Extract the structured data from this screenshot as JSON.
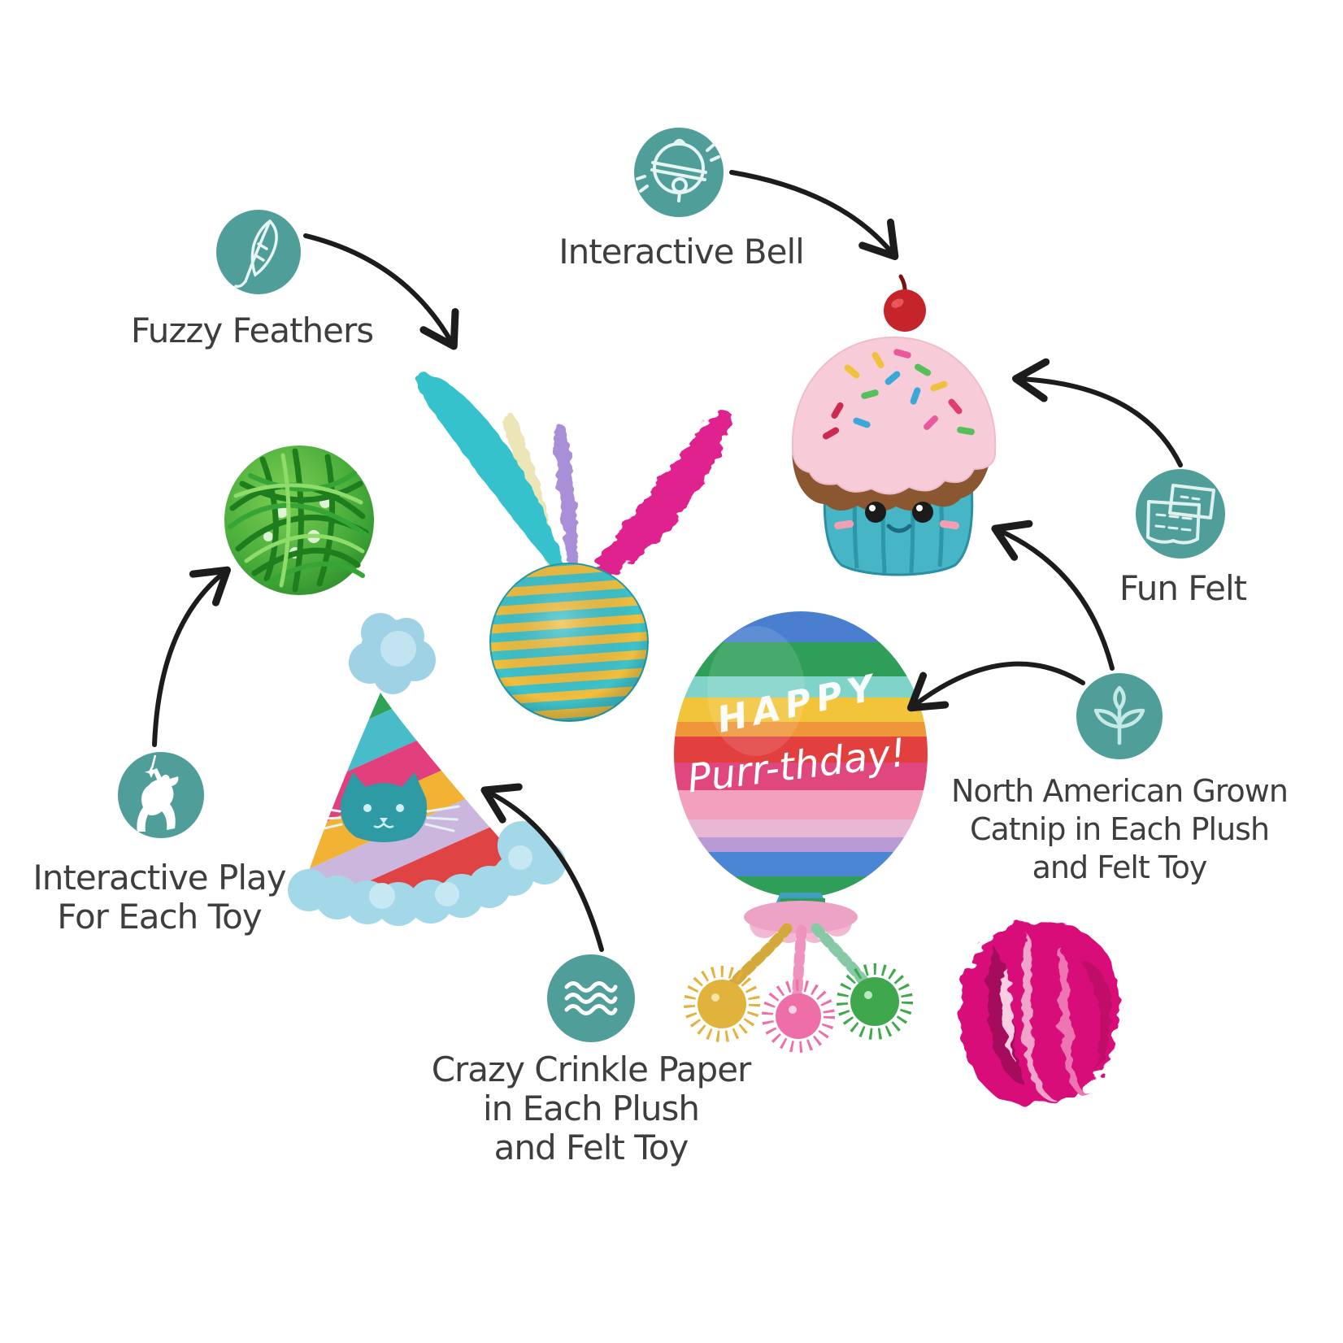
{
  "title": "Birthday cat toy set feature infographic",
  "colors": {
    "background": "#ffffff",
    "badge": "#4f9e99",
    "badge_icon": "#e6f4f2",
    "arrow": "#1c1c1c",
    "label_text": "#3e3e3e"
  },
  "callouts": {
    "fuzzy_feathers": {
      "label": "Fuzzy Feathers",
      "icon": "feather-icon"
    },
    "interactive_bell": {
      "label": "Interactive Bell",
      "icon": "bell-icon"
    },
    "fun_felt": {
      "label": "Fun Felt",
      "icon": "felt-sheets-icon"
    },
    "catnip": {
      "lines": [
        "North American Grown",
        "Catnip in Each Plush",
        "and Felt Toy"
      ],
      "icon": "catnip-plant-icon"
    },
    "interactive_play": {
      "lines": [
        "Interactive Play",
        "For Each Toy"
      ],
      "icon": "cat-play-icon"
    },
    "crinkle": {
      "lines": [
        "Crazy Crinkle Paper",
        "in Each Plush",
        "and Felt Toy"
      ],
      "icon": "crinkle-waves-icon"
    }
  },
  "products": {
    "wicker_ball": {
      "name": "green wicker ball"
    },
    "feather_ball": {
      "name": "striped rope ball with fuzzy feathers"
    },
    "cupcake": {
      "name": "felt cupcake plush with cherry"
    },
    "party_hat": {
      "name": "striped party hat plush with cat face"
    },
    "balloon": {
      "name": "rainbow birthday balloon plush",
      "text_top": "HAPPY",
      "text_bottom": "Purr-thday!"
    },
    "crinkle_ball": {
      "name": "pink crinkle paper ball"
    }
  }
}
